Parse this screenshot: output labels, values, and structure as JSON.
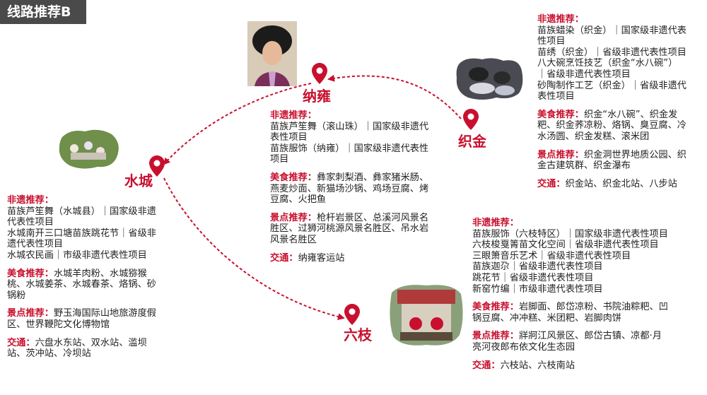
{
  "title": "线路推荐B",
  "colors": {
    "accent": "#c8102e",
    "title_bg": "#4a4a4a"
  },
  "cities": {
    "nayong": "纳雍",
    "zhijin": "织金",
    "shuicheng": "水城",
    "liuzhi": "六枝"
  },
  "icons": {
    "pin": "location-pin-icon"
  },
  "nayong": {
    "feiyi_label": "非遗推荐：",
    "feiyi": [
      "苗族芦笙舞（滚山珠）｜国家级非遗代",
      "表性项目",
      "苗族服饰（纳雍）｜国家级非遗代表性",
      "项目"
    ],
    "food_label": "美食推荐：",
    "food_first": "彝家刺梨酒、彝家猪米肠、",
    "food_rest": [
      "燕麦炒面、新猫场沙锅、鸡场豆腐、烤",
      "豆腐、火把鱼"
    ],
    "scenic_label": "景点推荐：",
    "scenic_first": "枪杆岩景区、总溪河风景名",
    "scenic_rest": [
      "胜区、过狮河桃源风景名胜区、吊水岩",
      "风景名胜区"
    ],
    "traffic_label": "交通：",
    "traffic": "纳雍客运站"
  },
  "zhijin": {
    "feiyi_label": "非遗推荐：",
    "feiyi": [
      "苗族蜡染（织金）｜国家级非遗代表",
      "性项目",
      "苗绣（织金）｜省级非遗代表性项目",
      "八大碗烹饪技艺（织金“水八碗”）",
      "｜省级非遗代表性项目",
      "砂陶制作工艺（织金）｜省级非遗代",
      "表性项目"
    ],
    "food_label": "美食推荐：",
    "food_first": "织金“水八碗”、织金发",
    "food_rest": [
      "粑、织金荞凉粉、烙锅、臭豆腐、冷",
      "水汤圆、织金发糕、滚米团"
    ],
    "scenic_label": "景点推荐：",
    "scenic_first": "织金洞世界地质公园、织",
    "scenic_rest": [
      "金古建筑群、织金瀑布"
    ],
    "traffic_label": "交通：",
    "traffic": "织金站、织金北站、八步站"
  },
  "liuzhi": {
    "feiyi_label": "非遗推荐：",
    "feiyi": [
      "苗族服饰（六枝特区）｜国家级非遗代表性项目",
      "六枝梭戛箐苗文化空间｜省级非遗代表性项目",
      "三眼箫音乐艺术｜省级非遗代表性项目",
      "苗族迦尕｜省级非遗代表性项目",
      "跳花节｜省级非遗代表性项目",
      "新窑竹编｜市级非遗代表性项目"
    ],
    "food_label": "美食推荐：",
    "food_first": "岩脚面、郎岱凉粉、书院油粽粑、凹",
    "food_rest": [
      "锅豆腐、冲冲糕、米团粑、岩脚肉饼"
    ],
    "scenic_label": "景点推荐：",
    "scenic_first": "牂牁江风景区、郎岱古镇、凉都·月",
    "scenic_rest": [
      "亮河夜郎布依文化生态园"
    ],
    "traffic_label": "交通：",
    "traffic": "六枝站、六枝南站"
  },
  "shuicheng": {
    "feiyi_label": "非遗推荐：",
    "feiyi": [
      "苗族芦笙舞（水城县）｜国家级非遗",
      "代表性项目",
      "水城南开三口塘苗族跳花节｜省级非",
      "遗代表性项目",
      "水城农民画｜市级非遗代表性项目"
    ],
    "food_label": "美食推荐：",
    "food_first": "水城羊肉粉、水城猕猴",
    "food_rest": [
      "桃、水城姜茶、水城春茶、烙锅、砂",
      "锅粉"
    ],
    "scenic_label": "景点推荐：",
    "scenic_first": "野玉海国际山地旅游度假",
    "scenic_rest": [
      "区、世界鞭陀文化博物馆"
    ],
    "traffic_label": "交通：",
    "traffic_first": "六盘水东站、双水站、滥坝",
    "traffic_rest": [
      "站、茨冲站、冷坝站"
    ]
  }
}
